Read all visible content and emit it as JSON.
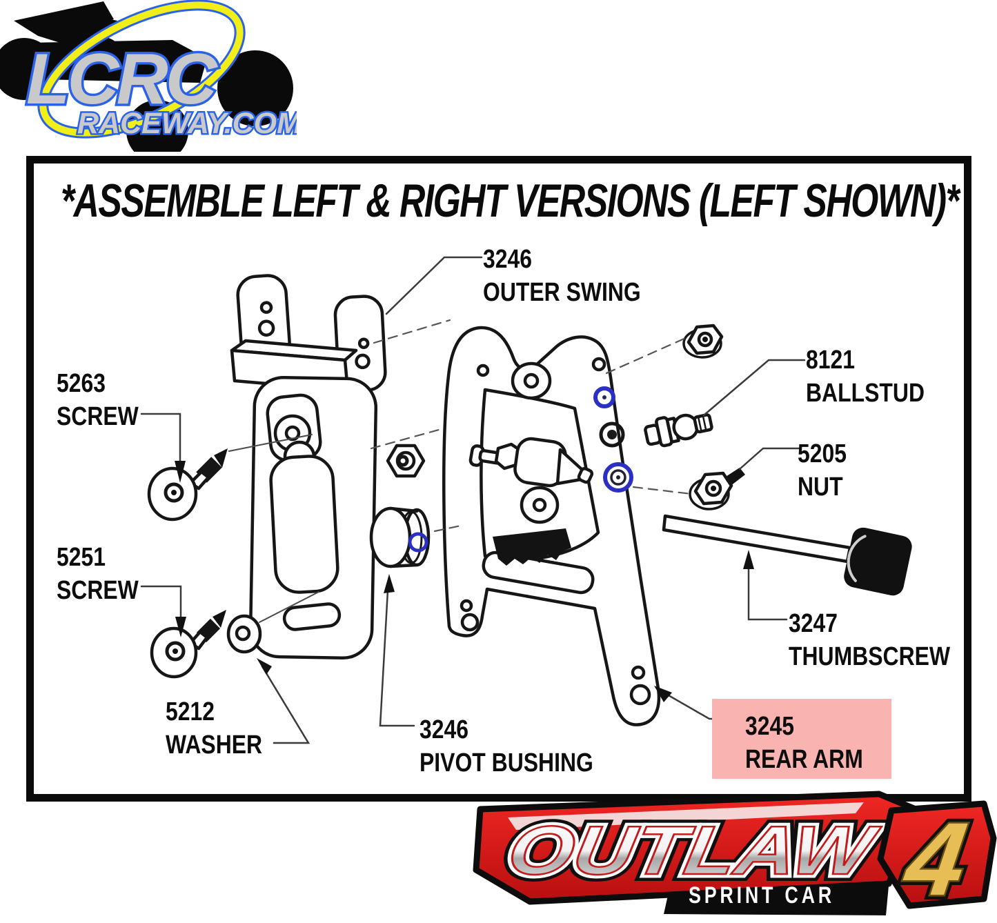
{
  "lcrc_logo": {
    "line1": "LCRC",
    "line2": "RACEWAY.COM",
    "text_fill": "#c9c9c9",
    "outline_blue": "#2a62e8",
    "ring_yellow": "#f2ee1a"
  },
  "diagram": {
    "title": "*ASSEMBLE LEFT & RIGHT VERSIONS (LEFT SHOWN)*",
    "labels": [
      {
        "part": "3246",
        "name": "OUTER SWING",
        "highlighted": false
      },
      {
        "part": "5263",
        "name": "SCREW",
        "highlighted": false
      },
      {
        "part": "5251",
        "name": "SCREW",
        "highlighted": false
      },
      {
        "part": "5212",
        "name": "WASHER",
        "highlighted": false
      },
      {
        "part": "3246",
        "name": "PIVOT BUSHING",
        "highlighted": false
      },
      {
        "part": "8121",
        "name": "BALLSTUD",
        "highlighted": false
      },
      {
        "part": "5205",
        "name": "NUT",
        "highlighted": false
      },
      {
        "part": "3247",
        "name": "THUMBSCREW",
        "highlighted": false
      },
      {
        "part": "3245",
        "name": "REAR ARM",
        "highlighted": true
      }
    ],
    "highlight": {
      "background": "#f9b4b2",
      "text_color": "#6e1113"
    },
    "marker_blue": "#2b2fc4",
    "line_color": "#161616"
  },
  "outlaw_logo": {
    "word": "OUTLAW",
    "number": "4",
    "subtitle": "SPRINT CAR",
    "red": "#d81b1b",
    "gold": "#e7bd55"
  }
}
